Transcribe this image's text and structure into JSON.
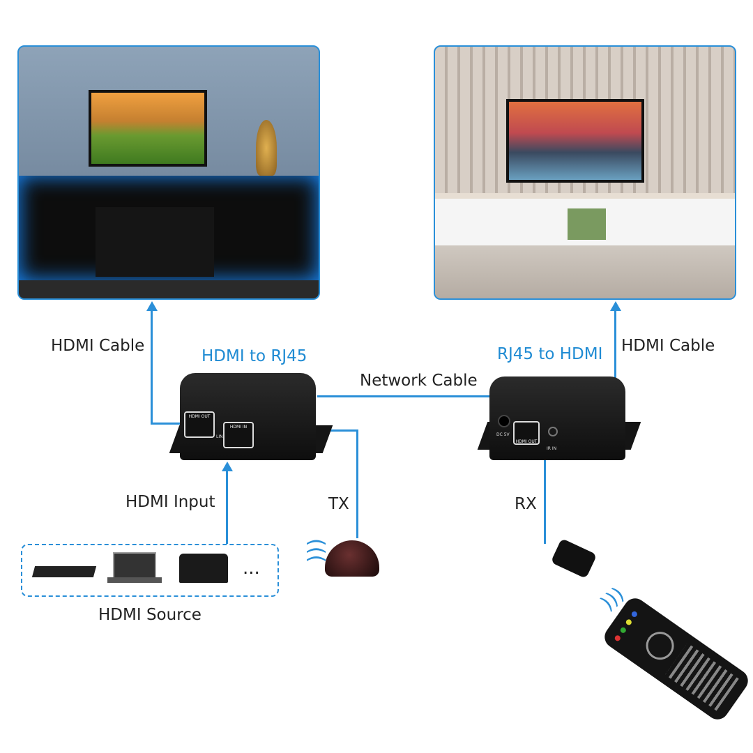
{
  "labels": {
    "hdmi_cable_left": "HDMI Cable",
    "tx_title": "HDMI to RJ45",
    "network_cable": "Network Cable",
    "rx_title": "RJ45 to HDMI",
    "hdmi_cable_right": "HDMI Cable",
    "hdmi_input": "HDMI Input",
    "tx": "TX",
    "rx": "RX",
    "hdmi_source": "HDMI Source",
    "ellipsis": "..."
  },
  "transmitter": {
    "port_out": "HDMI OUT",
    "port_in": "HDMI IN",
    "link": "LINK"
  },
  "receiver": {
    "power": "DC 5V",
    "port_out": "HDMI OUT",
    "ir": "IR IN"
  },
  "colors": {
    "accent": "#2a8fd8",
    "title_blue": "#1f8bd3"
  }
}
